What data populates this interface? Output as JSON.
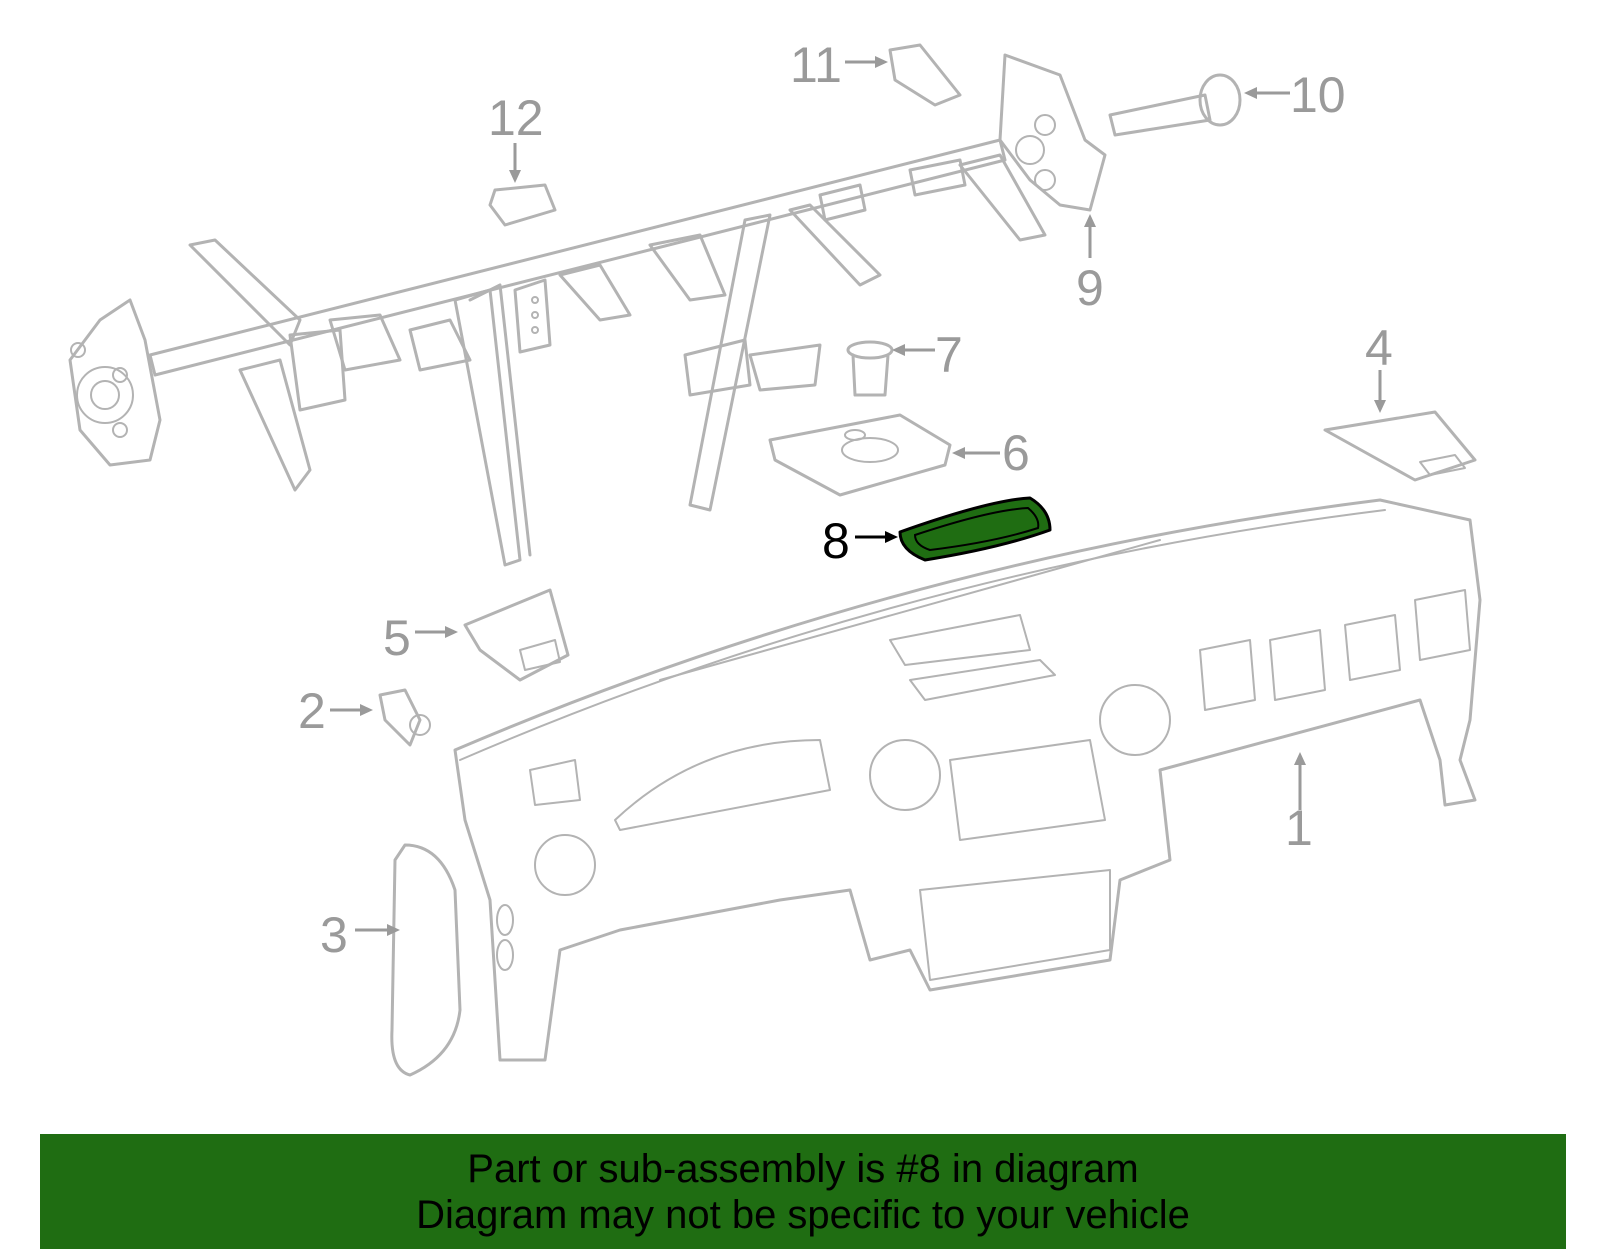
{
  "diagram": {
    "callouts": [
      "1",
      "2",
      "3",
      "4",
      "5",
      "6",
      "7",
      "8",
      "9",
      "10",
      "11",
      "12"
    ],
    "highlighted_part": "8",
    "highlight_color": "#1f6d12"
  },
  "banner": {
    "line1": "Part or sub-assembly is #8 in diagram",
    "line2": "Diagram may not be specific to your vehicle",
    "background": "#1f6d12"
  }
}
